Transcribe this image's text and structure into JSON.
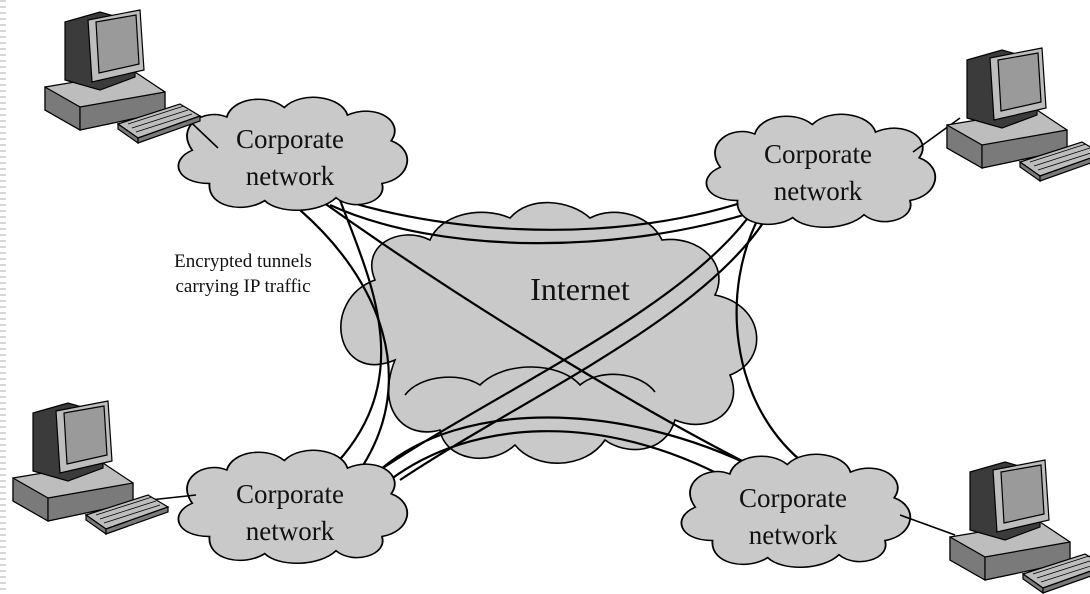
{
  "internet": {
    "label": "Internet"
  },
  "annotation": {
    "line1": "Encrypted tunnels",
    "line2": "carrying IP traffic"
  },
  "networks": [
    {
      "id": "top-left",
      "line1": "Corporate",
      "line2": "network"
    },
    {
      "id": "top-right",
      "line1": "Corporate",
      "line2": "network"
    },
    {
      "id": "bottom-left",
      "line1": "Corporate",
      "line2": "network"
    },
    {
      "id": "bottom-right",
      "line1": "Corporate",
      "line2": "network"
    }
  ],
  "colors": {
    "cloud": "#c9c9c9",
    "line": "#000000",
    "background": "#ffffff"
  },
  "icons": [
    "computer-icon",
    "cloud-icon"
  ]
}
